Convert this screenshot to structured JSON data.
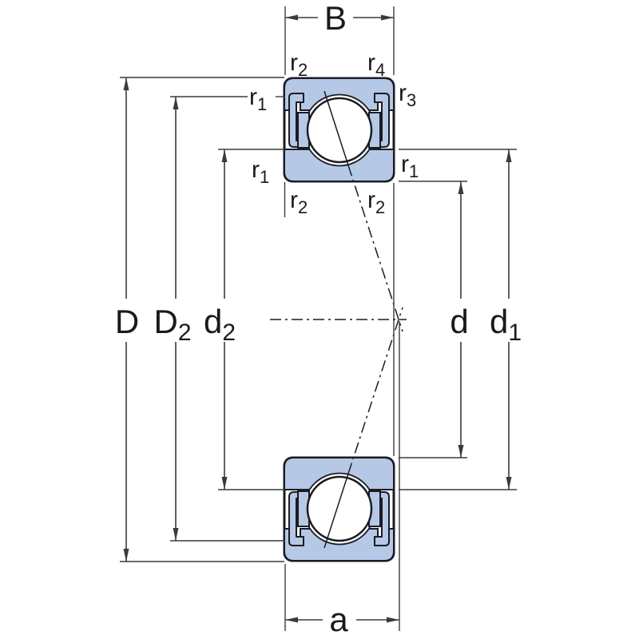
{
  "diagram_type": "sealed angular contact ball bearing cross-section",
  "colors": {
    "ring_fill": "#b5c8e6",
    "outline": "#1b1b24",
    "dimension": "#3b3b3b",
    "text_color": "#1a1a1a",
    "background": "#ffffff"
  },
  "labels": {
    "width_B": {
      "main": "B",
      "sub": ""
    },
    "outside_D": {
      "main": "D",
      "sub": ""
    },
    "D2": {
      "main": "D",
      "sub": "2"
    },
    "d2": {
      "main": "d",
      "sub": "2"
    },
    "bore_d": {
      "main": "d",
      "sub": ""
    },
    "d1": {
      "main": "d",
      "sub": "1"
    },
    "a": {
      "main": "a",
      "sub": ""
    },
    "r1": {
      "main": "r",
      "sub": "1"
    },
    "r2": {
      "main": "r",
      "sub": "2"
    },
    "r3": {
      "main": "r",
      "sub": "3"
    },
    "r4": {
      "main": "r",
      "sub": "4"
    }
  }
}
